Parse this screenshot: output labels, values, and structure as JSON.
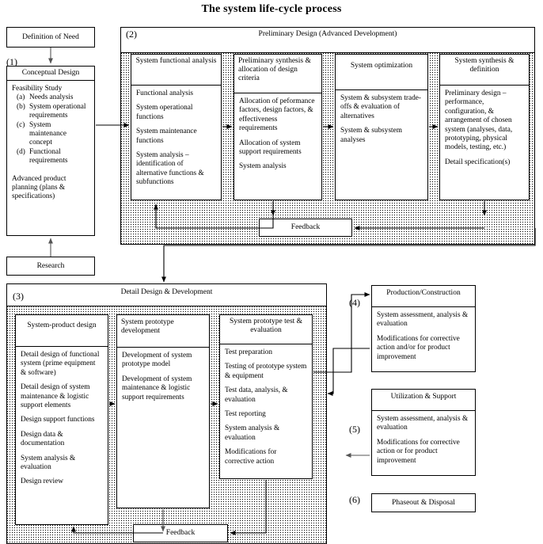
{
  "title": "The system life-cycle process",
  "definition_of_need": {
    "label": "Definition of Need"
  },
  "research": {
    "label": "Research"
  },
  "phase1": {
    "number": "(1)",
    "header": "Conceptual Design",
    "feasibility_heading": "Feasibility Study",
    "feasibility_items": [
      {
        "marker": "(a)",
        "text": "Needs analysis"
      },
      {
        "marker": "(b)",
        "text": "System operational requirements"
      },
      {
        "marker": "(c)",
        "text": "System maintenance concept"
      },
      {
        "marker": "(d)",
        "text": "Functional requirements"
      }
    ],
    "closing": "Advanced product planning (plans & specifications)"
  },
  "phase2": {
    "number": "(2)",
    "header": "Preliminary Design (Advanced Development)",
    "feedback_label": "Feedback",
    "boxes": [
      {
        "header": "System functional analysis",
        "items": [
          "Functional analysis",
          "System operational functions",
          "System maintenance functions",
          "System analysis – identification of alternative functions & subfunctions"
        ]
      },
      {
        "header": "Preliminary synthesis & allocation of design criteria",
        "items": [
          "Allocation of peformance factors, design factors, & effectiveness requirements",
          "Allocation of system support requirements",
          "System analysis"
        ]
      },
      {
        "header": "System optimization",
        "items": [
          "System & subsystem trade-offs & evaluation of alternatives",
          "System & subsystem analyses"
        ]
      },
      {
        "header": "System synthesis & definition",
        "items": [
          "Preliminary design – performance, configuration, & arrangement of chosen system (analyses, data, prototyping, physical models, testing, etc.)",
          "Detail specification(s)"
        ]
      }
    ]
  },
  "phase3": {
    "number": "(3)",
    "header": "Detail Design & Development",
    "feedback_label": "Feedback",
    "boxes": [
      {
        "header": "System-product design",
        "items": [
          "Detail design of functional system (prime equipment & software)",
          "Detail design of system maintenance & logistic support elements",
          "Design support functions",
          "Design data & documentation",
          "System analysis & evaluation",
          "Design review"
        ]
      },
      {
        "header": "System prototype development",
        "items": [
          "Development of system prototype model",
          "Development of system maintenance & logistic support requirements"
        ]
      },
      {
        "header": "System prototype test & evaluation",
        "items": [
          "Test preparation",
          "Testing of prototype system & equipment",
          "Test data, analysis, & evaluation",
          "Test reporting",
          "System analysis & evaluation",
          "Modifications for corrective action"
        ]
      }
    ]
  },
  "phase4": {
    "number": "(4)",
    "header": "Production/Construction",
    "items": [
      "System assessment, analysis & evaluation",
      "Modifications for corrective action and/or for product improvement"
    ]
  },
  "phase5": {
    "number": "(5)",
    "header": "Utilization & Support",
    "items": [
      "System assessment, analysis & evaluation",
      "Modifications for corrective action or for product improvement"
    ]
  },
  "phase6": {
    "number": "(6)",
    "header": "Phaseout & Disposal"
  }
}
